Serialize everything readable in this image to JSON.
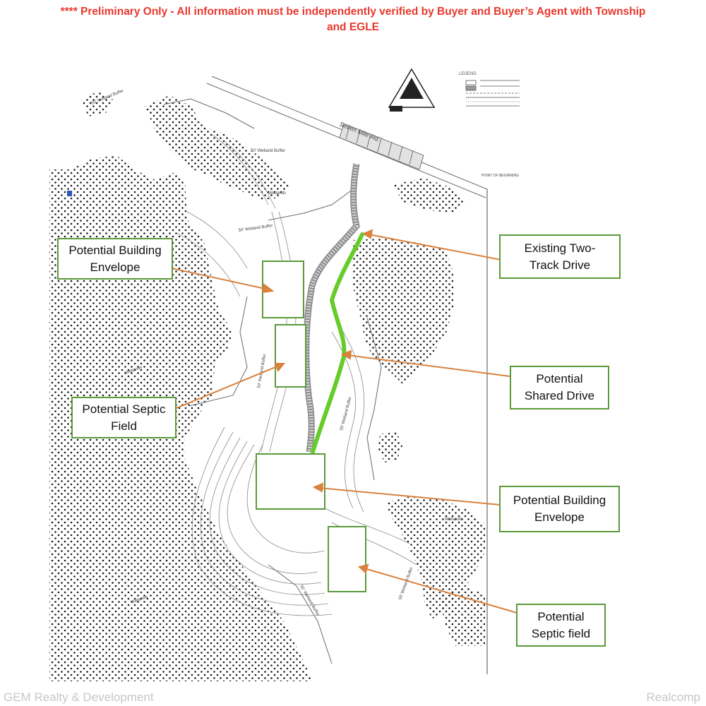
{
  "disclaimer": {
    "line1": "**** Preliminary Only  - All information must be independently verified by Buyer and Buyer’s Agent with Township",
    "line2": "and EGLE"
  },
  "plan_labels": {
    "road": "Seven Mile Rd.",
    "wetland_buffer": "50' Wetland Buffer",
    "wetlands": "Wetlands",
    "point_of_beginning": "POINT OF BEGINNING",
    "legend_title": "LEGEND"
  },
  "callouts": {
    "building_envelope_1": "Potential Building\nEnvelope",
    "existing_drive": "Existing Two-\nTrack Drive",
    "shared_drive": "Potential\nShared Drive",
    "septic_field_1": "Potential Septic\nField",
    "building_envelope_2": "Potential Building\nEnvelope",
    "septic_field_2": "Potential\nSeptic field"
  },
  "colors": {
    "disclaimer_red": "#e8382c",
    "callout_border": "#5a9a3a",
    "arrow_orange": "#d9823f",
    "shared_drive_green": "#66cc2a",
    "wetland_dots": "#1a1a1a",
    "plan_lines": "#6a6a6a"
  },
  "watermarks": {
    "left": "GEM Realty & Development",
    "right": "Realcomp"
  }
}
